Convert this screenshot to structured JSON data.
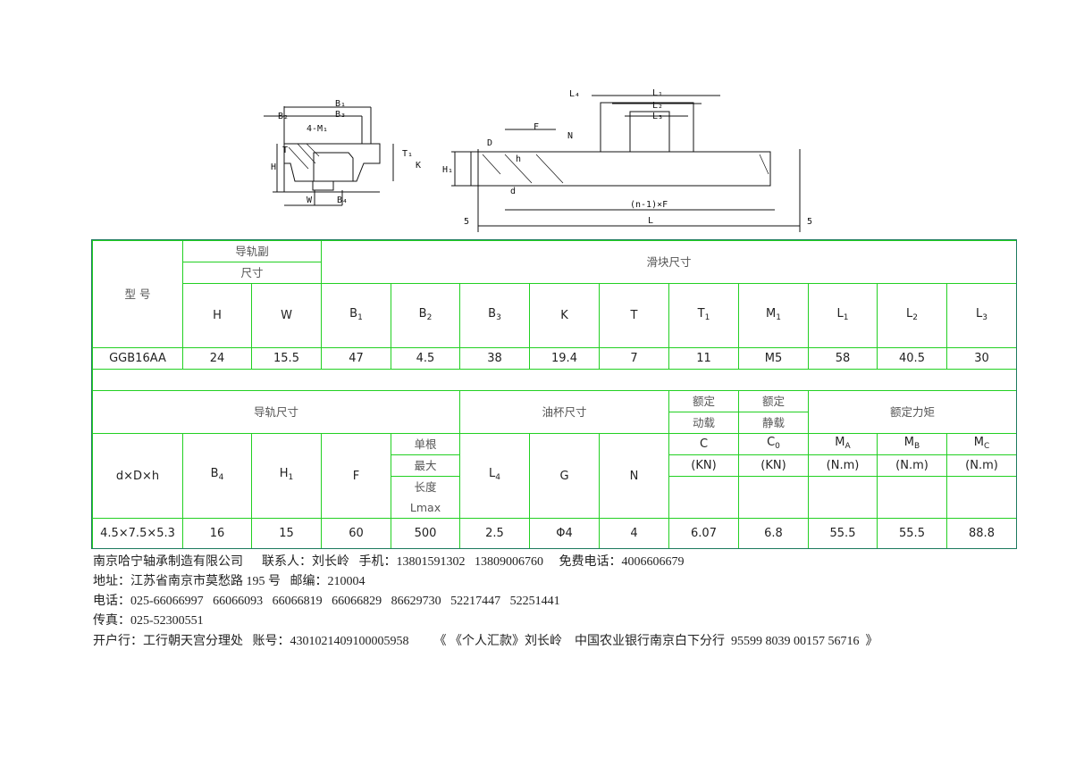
{
  "drawing_labels": {
    "B1": "B₁",
    "B2": "B₂",
    "B3": "B₃",
    "M1": "4-M₁",
    "T": "T",
    "T1": "T₁",
    "H": "H",
    "K": "K",
    "W": "W",
    "B4": "B₄",
    "L1": "L₁",
    "L2": "L₂",
    "L3": "L₃",
    "L4": "L₄",
    "F": "F",
    "N": "N",
    "D": "D",
    "h": "h",
    "H1": "H₁",
    "d": "d",
    "nF": "(n-1)×F",
    "L": "L",
    "five_left": "5",
    "five_right": "5"
  },
  "table": {
    "model_label": "型 号",
    "rail_pair": "导轨副",
    "size": "尺寸",
    "block_size": "滑块尺寸",
    "headers1": [
      {
        "b": "H"
      },
      {
        "b": "W"
      },
      {
        "b": "B",
        "s": "1"
      },
      {
        "b": "B",
        "s": "2"
      },
      {
        "b": "B",
        "s": "3"
      },
      {
        "b": "K"
      },
      {
        "b": "T"
      },
      {
        "b": "T",
        "s": "1"
      },
      {
        "b": "M",
        "s": "1"
      },
      {
        "b": "L",
        "s": "1"
      },
      {
        "b": "L",
        "s": "2"
      },
      {
        "b": "L",
        "s": "3"
      }
    ],
    "row1": [
      "GGB16AA",
      "24",
      "15.5",
      "47",
      "4.5",
      "38",
      "19.4",
      "7",
      "11",
      "M5",
      "58",
      "40.5",
      "30"
    ],
    "rail_size": "导轨尺寸",
    "oil_cup_size": "油杯尺寸",
    "rated1": "额定",
    "dynamic": "动载",
    "rated2": "额定",
    "static": "静载",
    "rated_moment": "额定力矩",
    "dDh": "d×D×h",
    "headers2": [
      {
        "b": "B",
        "s": "4"
      },
      {
        "b": "H",
        "s": "1"
      },
      {
        "b": "F"
      }
    ],
    "single": "单根",
    "max": "最大",
    "length": "长度",
    "lmax": "Lmax",
    "headers3": [
      {
        "b": "L",
        "s": "4"
      },
      {
        "b": "G"
      },
      {
        "b": "N"
      }
    ],
    "load_headers": [
      {
        "b": "C"
      },
      {
        "b": "C",
        "s": "0"
      },
      {
        "b": "M",
        "s": "A"
      },
      {
        "b": "M",
        "s": "B"
      },
      {
        "b": "M",
        "s": "C"
      }
    ],
    "units": [
      "(KN)",
      "(KN)",
      "(N.m)",
      "(N.m)",
      "(N.m)"
    ],
    "row2": [
      "4.5×7.5×5.3",
      "16",
      "15",
      "60",
      "500",
      "2.5",
      "Φ4",
      "4",
      "6.07",
      "6.8",
      "55.5",
      "55.5",
      "88.8"
    ]
  },
  "contact": {
    "line1": "南京哈宁轴承制造有限公司      联系人：刘长岭   手机：13801591302   13809006760     免费电话：4006606679",
    "line2": "地址：江苏省南京市莫愁路 195 号   邮编：210004",
    "line3": "电话：025-66066997   66066093   66066819   66066829   86629730   52217447   52251441",
    "line4": "传真：025-52300551",
    "line5": "开户行：工行朝天宫分理处   账号：4301021409100005958        《 《个人汇款》刘长岭    中国农业银行南京白下分行  95599 8039 00157 56716  》"
  }
}
